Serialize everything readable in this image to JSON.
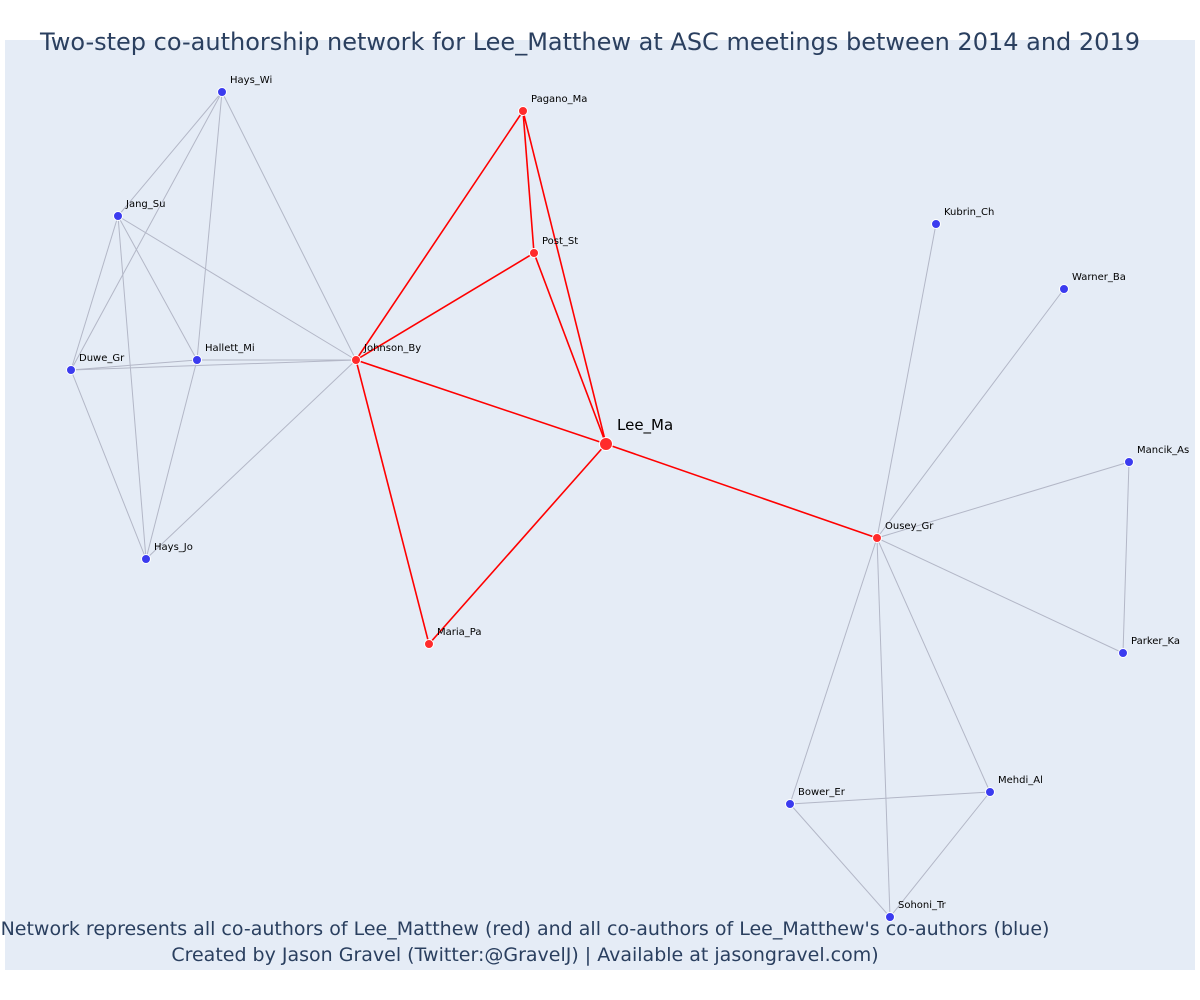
{
  "title": "Two-step co-authorship network for Lee_Matthew at ASC meetings between 2014 and 2019",
  "captions": {
    "line1": "Network represents all co-authors of Lee_Matthew (red) and all co-authors of Lee_Matthew's co-authors (blue)",
    "line2": "Created by Jason Gravel (Twitter:@GravelJ) | Available at jasongravel.com)"
  },
  "colors": {
    "background": "#e5ecf6",
    "coauthor": "#ff2b2b",
    "second_step": "#3b3bef",
    "red_edge": "#ff0000",
    "grey_edge": "#b3b7c7",
    "text": "#2a3f5f"
  },
  "nodes": [
    {
      "id": "Lee_Ma",
      "label": "Lee_Ma",
      "group": "focal"
    },
    {
      "id": "Johnson_By",
      "label": "Johnson_By",
      "group": "coauthor"
    },
    {
      "id": "Pagano_Ma",
      "label": "Pagano_Ma",
      "group": "coauthor"
    },
    {
      "id": "Post_St",
      "label": "Post_St",
      "group": "coauthor"
    },
    {
      "id": "Maria_Pa",
      "label": "Maria_Pa",
      "group": "coauthor"
    },
    {
      "id": "Ousey_Gr",
      "label": "Ousey_Gr",
      "group": "coauthor"
    },
    {
      "id": "Hays_Wi",
      "label": "Hays_Wi",
      "group": "second"
    },
    {
      "id": "Jang_Su",
      "label": "Jang_Su",
      "group": "second"
    },
    {
      "id": "Duwe_Gr",
      "label": "Duwe_Gr",
      "group": "second"
    },
    {
      "id": "Hallett_Mi",
      "label": "Hallett_Mi",
      "group": "second"
    },
    {
      "id": "Hays_Jo",
      "label": "Hays_Jo",
      "group": "second"
    },
    {
      "id": "Kubrin_Ch",
      "label": "Kubrin_Ch",
      "group": "second"
    },
    {
      "id": "Warner_Ba",
      "label": "Warner_Ba",
      "group": "second"
    },
    {
      "id": "Mancik_As",
      "label": "Mancik_As",
      "group": "second"
    },
    {
      "id": "Parker_Ka",
      "label": "Parker_Ka",
      "group": "second"
    },
    {
      "id": "Mehdi_Al",
      "label": "Mehdi_Al",
      "group": "second"
    },
    {
      "id": "Bower_Er",
      "label": "Bower_Er",
      "group": "second"
    },
    {
      "id": "Sohoni_Tr",
      "label": "Sohoni_Tr",
      "group": "second"
    }
  ],
  "edges": [
    {
      "source": "Lee_Ma",
      "target": "Johnson_By",
      "type": "red"
    },
    {
      "source": "Lee_Ma",
      "target": "Pagano_Ma",
      "type": "red"
    },
    {
      "source": "Lee_Ma",
      "target": "Post_St",
      "type": "red"
    },
    {
      "source": "Lee_Ma",
      "target": "Maria_Pa",
      "type": "red"
    },
    {
      "source": "Lee_Ma",
      "target": "Ousey_Gr",
      "type": "red"
    },
    {
      "source": "Johnson_By",
      "target": "Pagano_Ma",
      "type": "red"
    },
    {
      "source": "Johnson_By",
      "target": "Post_St",
      "type": "red"
    },
    {
      "source": "Johnson_By",
      "target": "Maria_Pa",
      "type": "red"
    },
    {
      "source": "Pagano_Ma",
      "target": "Post_St",
      "type": "red"
    },
    {
      "source": "Johnson_By",
      "target": "Hays_Wi",
      "type": "grey"
    },
    {
      "source": "Johnson_By",
      "target": "Jang_Su",
      "type": "grey"
    },
    {
      "source": "Johnson_By",
      "target": "Hallett_Mi",
      "type": "grey"
    },
    {
      "source": "Johnson_By",
      "target": "Duwe_Gr",
      "type": "grey"
    },
    {
      "source": "Johnson_By",
      "target": "Hays_Jo",
      "type": "grey"
    },
    {
      "source": "Hays_Wi",
      "target": "Jang_Su",
      "type": "grey"
    },
    {
      "source": "Hays_Wi",
      "target": "Duwe_Gr",
      "type": "grey"
    },
    {
      "source": "Hays_Wi",
      "target": "Hallett_Mi",
      "type": "grey"
    },
    {
      "source": "Jang_Su",
      "target": "Duwe_Gr",
      "type": "grey"
    },
    {
      "source": "Jang_Su",
      "target": "Hallett_Mi",
      "type": "grey"
    },
    {
      "source": "Jang_Su",
      "target": "Hays_Jo",
      "type": "grey"
    },
    {
      "source": "Duwe_Gr",
      "target": "Hallett_Mi",
      "type": "grey"
    },
    {
      "source": "Duwe_Gr",
      "target": "Hays_Jo",
      "type": "grey"
    },
    {
      "source": "Hallett_Mi",
      "target": "Hays_Jo",
      "type": "grey"
    },
    {
      "source": "Ousey_Gr",
      "target": "Kubrin_Ch",
      "type": "grey"
    },
    {
      "source": "Ousey_Gr",
      "target": "Warner_Ba",
      "type": "grey"
    },
    {
      "source": "Ousey_Gr",
      "target": "Mancik_As",
      "type": "grey"
    },
    {
      "source": "Ousey_Gr",
      "target": "Parker_Ka",
      "type": "grey"
    },
    {
      "source": "Ousey_Gr",
      "target": "Mehdi_Al",
      "type": "grey"
    },
    {
      "source": "Ousey_Gr",
      "target": "Bower_Er",
      "type": "grey"
    },
    {
      "source": "Ousey_Gr",
      "target": "Sohoni_Tr",
      "type": "grey"
    },
    {
      "source": "Mancik_As",
      "target": "Parker_Ka",
      "type": "grey"
    },
    {
      "source": "Mehdi_Al",
      "target": "Bower_Er",
      "type": "grey"
    },
    {
      "source": "Mehdi_Al",
      "target": "Sohoni_Tr",
      "type": "grey"
    },
    {
      "source": "Bower_Er",
      "target": "Sohoni_Tr",
      "type": "grey"
    }
  ]
}
